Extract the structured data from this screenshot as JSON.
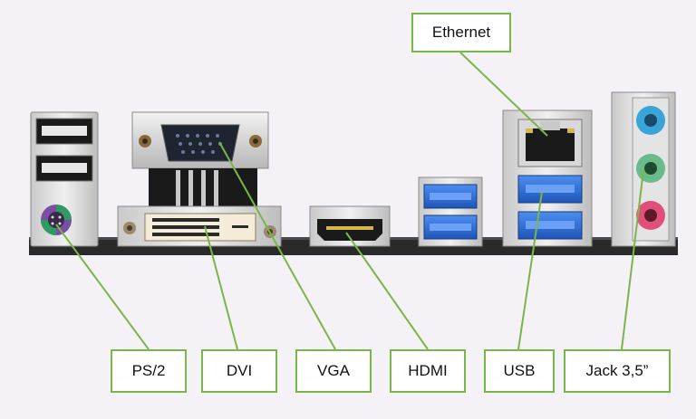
{
  "labels": {
    "ethernet": "Ethernet",
    "ps2": "PS/2",
    "dvi": "DVI",
    "vga": "VGA",
    "hdmi": "HDMI",
    "usb": "USB",
    "jack": "Jack 3,5”"
  },
  "colors": {
    "leader_line": "#7ab648",
    "background": "#f5f2f7",
    "board_pcb": "#2a2a2a",
    "usb3_blue": "#2f6fd6",
    "ps2_purple": "#7a4fa3",
    "ps2_green": "#2f9a62",
    "audio_blue": "#3aa3d8",
    "audio_green": "#6aba8a",
    "audio_pink": "#e0507a"
  }
}
